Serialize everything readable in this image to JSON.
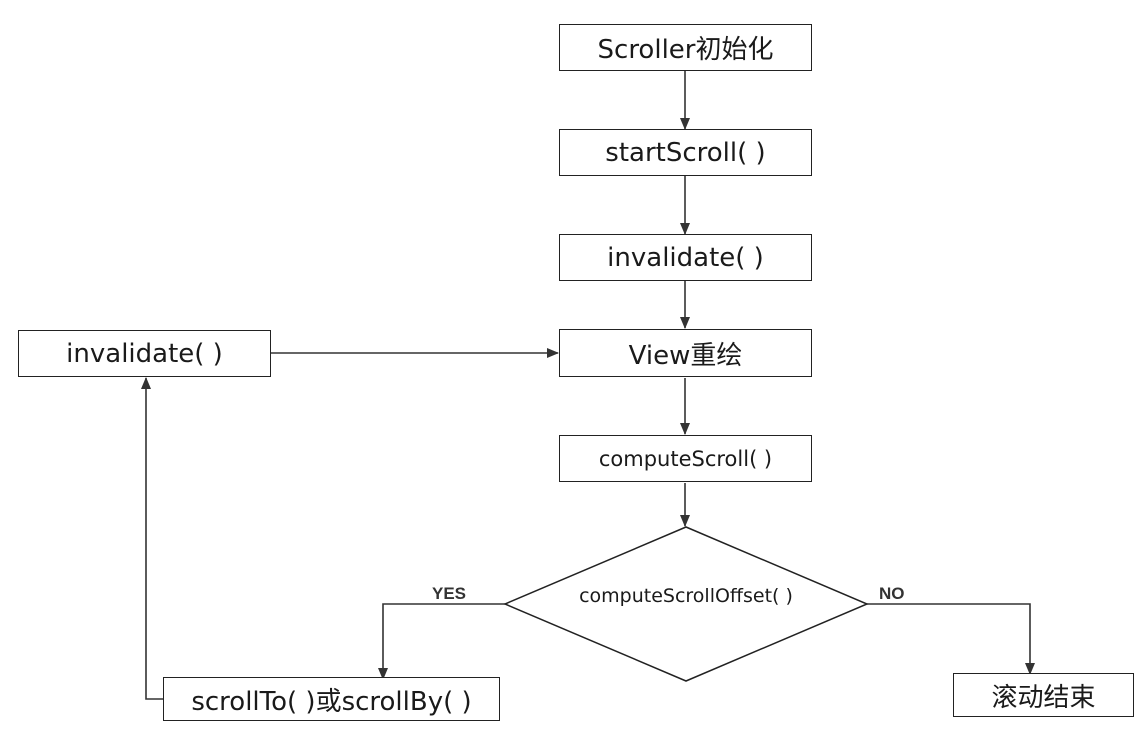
{
  "nodes": {
    "init": "Scroller初始化",
    "start_scroll": "startScroll( )",
    "invalidate_main": "invalidate( )",
    "view_redraw": "View重绘",
    "compute_scroll": "computeScroll( )",
    "decision": "computeScrollOffset( )",
    "scroll_to_by": "scrollTo( )或scrollBy( )",
    "invalidate_loop": "invalidate( )",
    "end": "滚动结束"
  },
  "branches": {
    "yes": "YES",
    "no": "NO"
  }
}
